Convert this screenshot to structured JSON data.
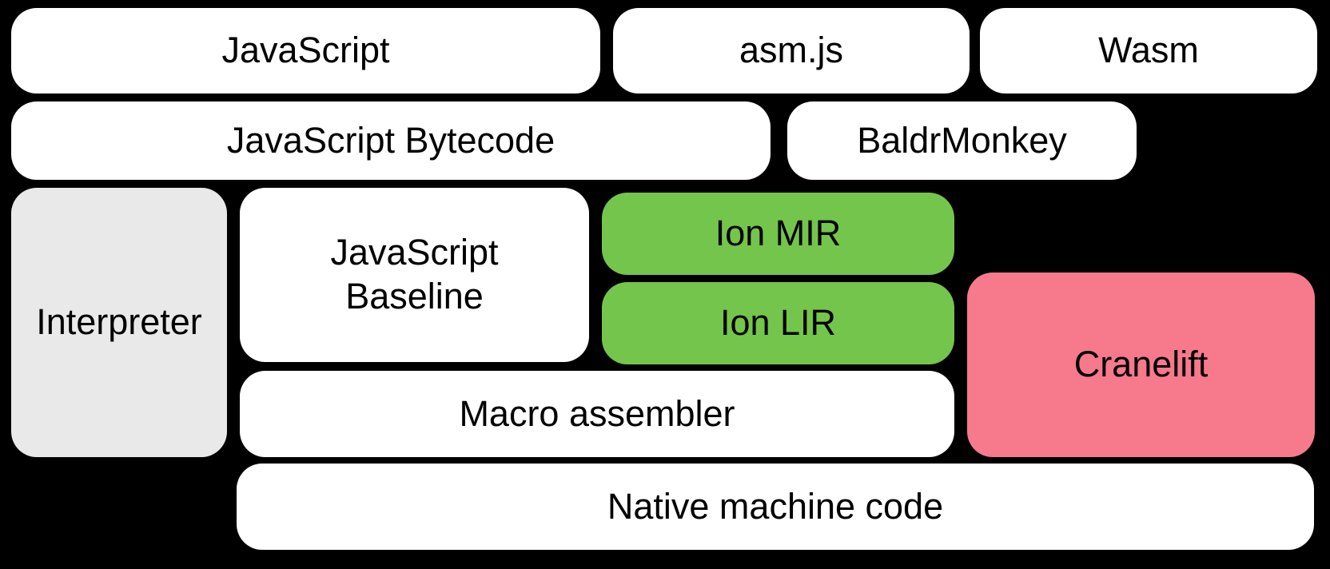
{
  "diagram": {
    "description": "Compilation pipeline block diagram",
    "colors": {
      "background": "#000000",
      "box_default": "#ffffff",
      "box_interpreter_gray": "#E9E9E9",
      "box_ion_green": "#74C54B",
      "box_cranelift_pink": "#F7798C",
      "text": "#000000"
    },
    "boxes": {
      "javascript": {
        "label": "JavaScript"
      },
      "asmjs": {
        "label": "asm.js"
      },
      "wasm": {
        "label": "Wasm"
      },
      "javascript_bytecode": {
        "label": "JavaScript Bytecode"
      },
      "baldrmonkey": {
        "label": "BaldrMonkey"
      },
      "interpreter": {
        "label": "Interpreter"
      },
      "javascript_baseline": {
        "label": "JavaScript\nBaseline"
      },
      "ion_mir": {
        "label": "Ion MIR"
      },
      "ion_lir": {
        "label": "Ion LIR"
      },
      "cranelift": {
        "label": "Cranelift"
      },
      "macro_assembler": {
        "label": "Macro assembler"
      },
      "native_machine_code": {
        "label": "Native machine code"
      }
    }
  }
}
